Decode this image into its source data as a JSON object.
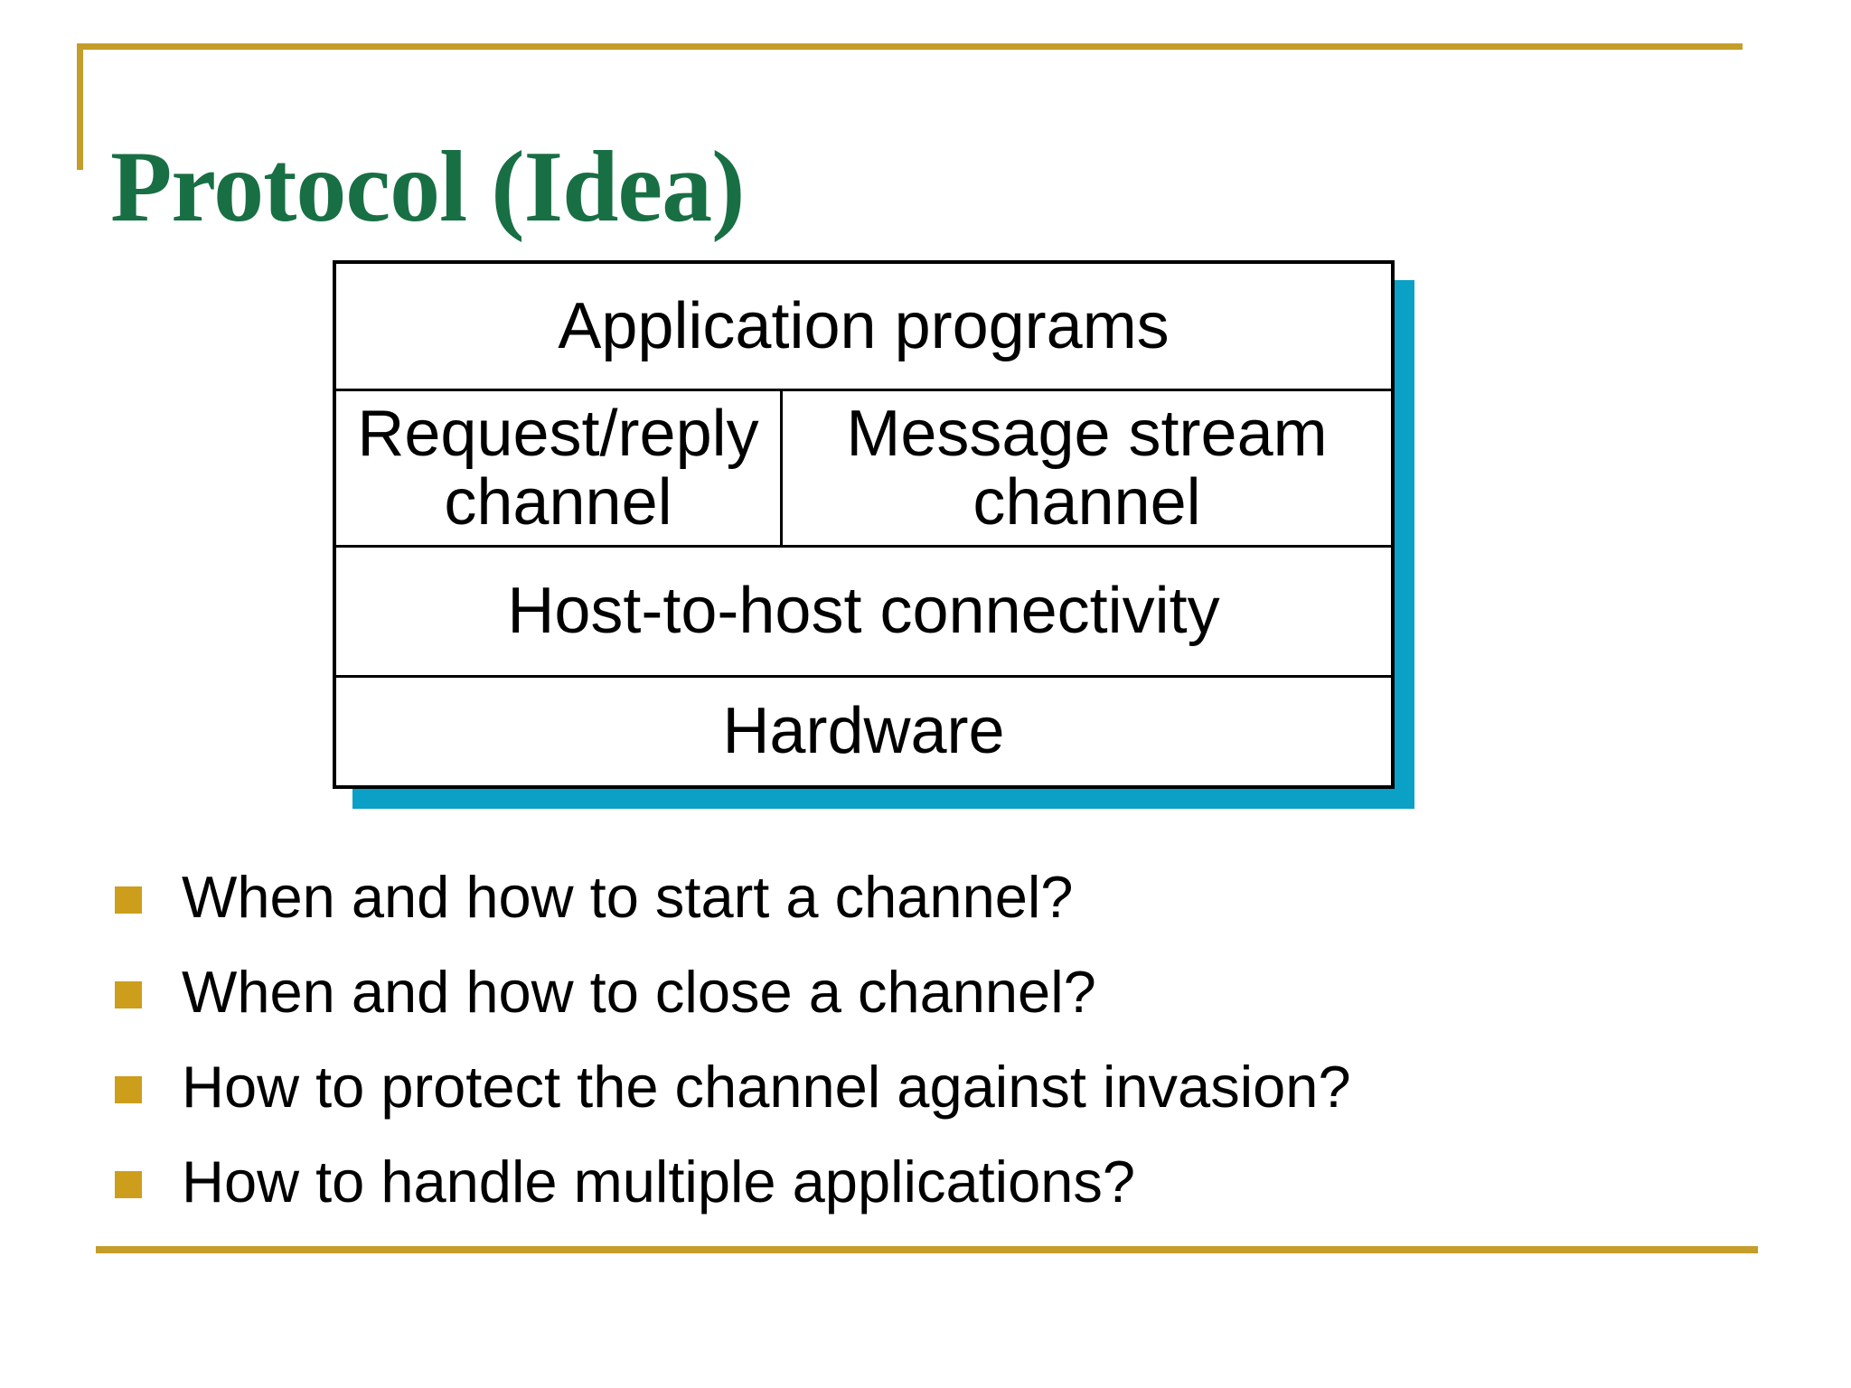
{
  "slide": {
    "title": "Protocol (Idea)",
    "diagram": {
      "rows": [
        {
          "cells": [
            "Application programs"
          ]
        },
        {
          "cells": [
            "Request/reply channel",
            "Message stream channel"
          ]
        },
        {
          "cells": [
            "Host-to-host connectivity"
          ]
        },
        {
          "cells": [
            "Hardware"
          ]
        }
      ]
    },
    "bullets": [
      "When and how to start a channel?",
      "When and how to close a channel?",
      "How to protect the channel against invasion?",
      "How to handle multiple applications?"
    ],
    "colors": {
      "title_green": "#186F44",
      "accent_gold": "#C49D2A",
      "bullet_gold": "#CC9E1C",
      "shadow_teal": "#0BA0C6"
    }
  }
}
